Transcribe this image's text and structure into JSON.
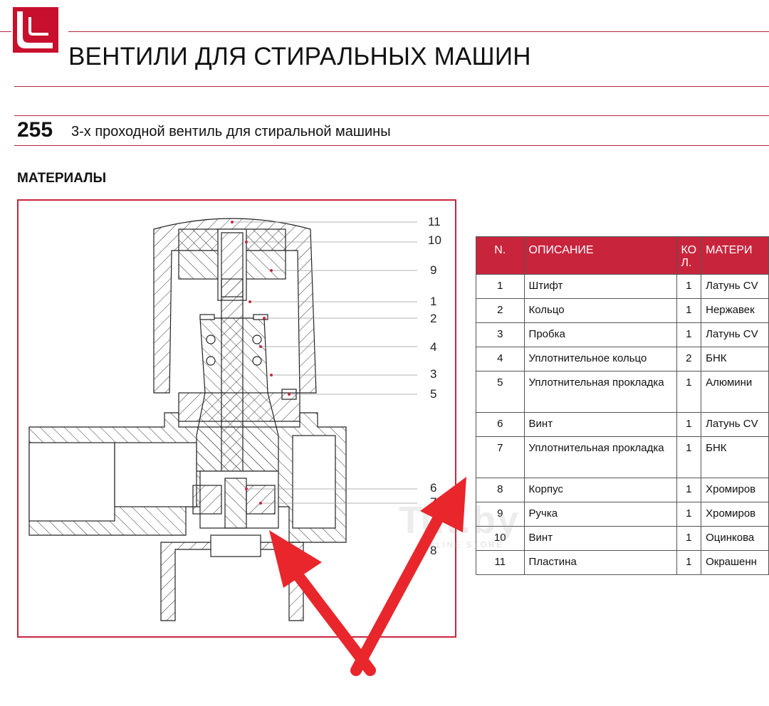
{
  "header": {
    "title": "ВЕНТИЛИ ДЛЯ СТИРАЛЬНЫХ МАШИН",
    "logo_icon": "brand-logo-icon"
  },
  "product": {
    "number": "255",
    "description": "3-х проходной вентиль для стиральной машины"
  },
  "section": {
    "label": "МАТЕРИАЛЫ"
  },
  "diagram": {
    "callouts": [
      "11",
      "10",
      "9",
      "1",
      "2",
      "4",
      "3",
      "5",
      "6",
      "7",
      "8"
    ]
  },
  "table": {
    "headers": [
      "N.",
      "ОПИСАНИЕ",
      "КО Л.",
      "МАТЕРИ"
    ],
    "rows": [
      [
        "1",
        "Штифт",
        "1",
        "Латунь CV"
      ],
      [
        "2",
        "Кольцо",
        "1",
        "Нержавек"
      ],
      [
        "3",
        "Пробка",
        "1",
        "Латунь CV"
      ],
      [
        "4",
        "Уплотнительное кольцо",
        "2",
        "БНК"
      ],
      [
        "5",
        "Уплотнительная прокладка",
        "1",
        "Алюмини"
      ],
      [
        "6",
        "Винт",
        "1",
        "Латунь CV"
      ],
      [
        "7",
        "Уплотнительная прокладка",
        "1",
        "БНК"
      ],
      [
        "8",
        "Корпус",
        "1",
        "Хромиров"
      ],
      [
        "9",
        "Ручка",
        "1",
        "Хромиров"
      ],
      [
        "10",
        "Винт",
        "1",
        "Оцинкова"
      ],
      [
        "11",
        "Пластина",
        "1",
        "Окрашенн"
      ]
    ]
  },
  "watermark": {
    "text": "Tut.by",
    "sub": "ONLINE STORE"
  },
  "colors": {
    "accent": "#c8253d",
    "annotation": "#e8262c"
  }
}
